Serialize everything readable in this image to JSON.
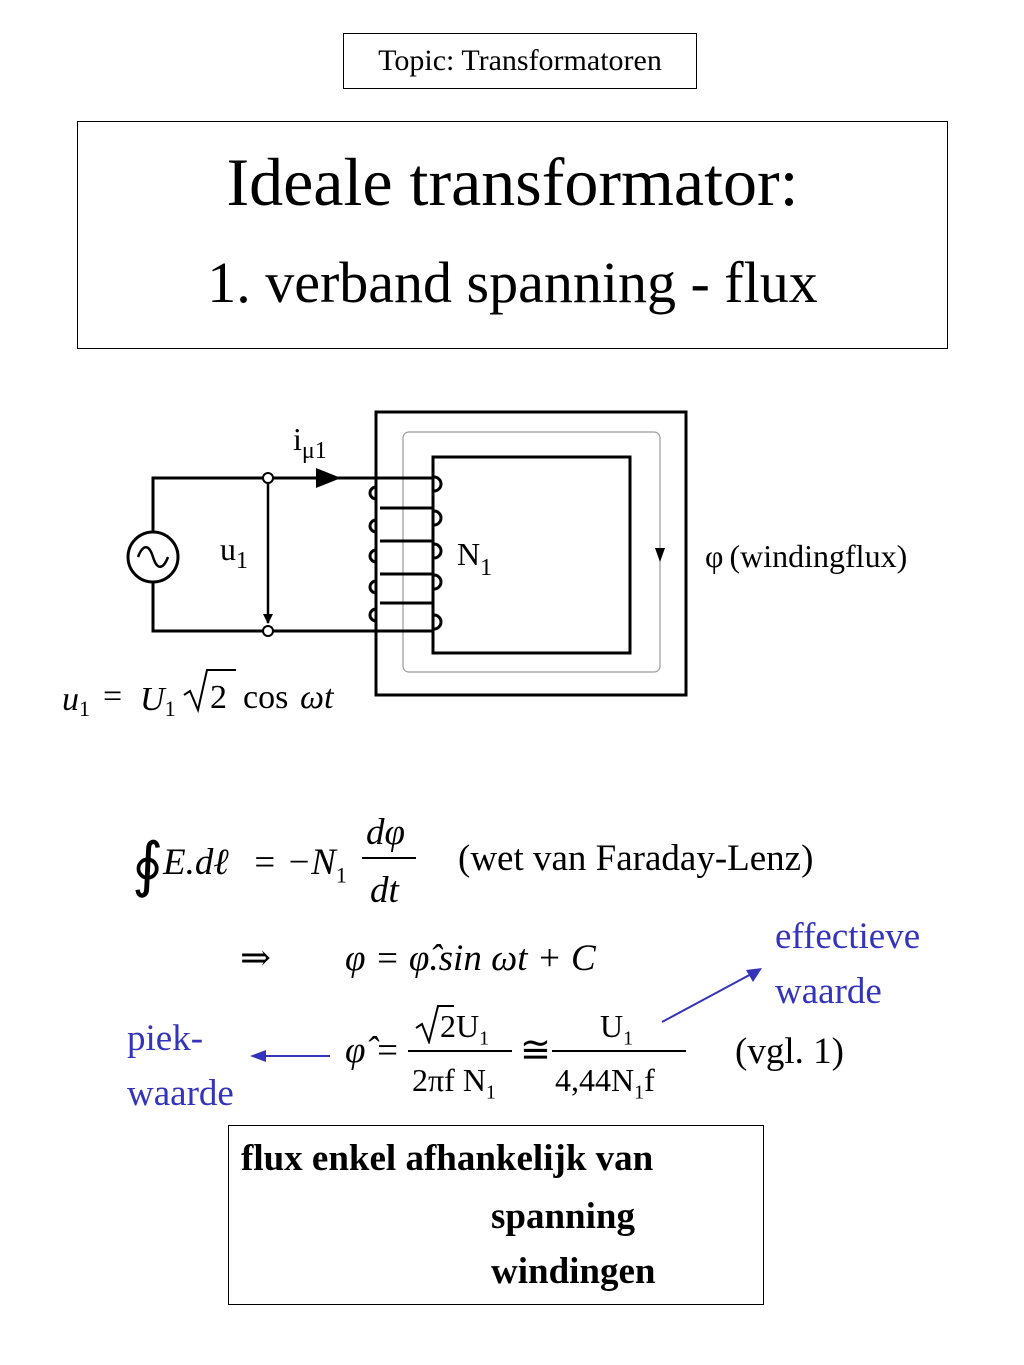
{
  "header": {
    "topic": "Topic: Transformatoren"
  },
  "title": {
    "line1": "Ideale transformator:",
    "line2": "1. verband spanning - flux"
  },
  "circuit": {
    "current_symbol": "i",
    "current_sub": "μ1",
    "voltage_symbol": "u",
    "voltage_sub": "1",
    "winding_symbol": "N",
    "winding_sub": "1",
    "flux_symbol": "φ",
    "flux_label": "(windingflux)",
    "source_eq": {
      "lhs": "u",
      "lhs_sub": "1",
      "rhs_U": "U",
      "rhs_sub": "1",
      "rhs_root": "2",
      "rhs_cos": "cos",
      "rhs_arg": "ωt"
    }
  },
  "equations": {
    "faraday": {
      "lhs": "E.dℓ",
      "minus_N": "= −N",
      "N_sub": "1",
      "numerator": "dφ",
      "denominator": "dt",
      "label": "(wet van Faraday-Lenz)"
    },
    "solution": {
      "implies": "⇒",
      "expression": "φ = φ̂.sin ωt + C"
    },
    "peak": {
      "lhs": "φ̂ =",
      "frac1_num_root": "2",
      "frac1_num": "U",
      "frac1_num_sub": "1",
      "frac1_den": "2πf N",
      "frac1_den_sub": "1",
      "approx": "≅",
      "frac2_num": "U",
      "frac2_num_sub": "1",
      "frac2_den_a": "4,44N",
      "frac2_den_sub": "1",
      "frac2_den_b": "f",
      "label": "(vgl. 1)"
    }
  },
  "annotations": {
    "effective_line1": "effectieve",
    "effective_line2": "waarde",
    "peak_line1": "piek-",
    "peak_line2": "waarde",
    "color": "#3333bb"
  },
  "conclusion": {
    "line1": "flux enkel afhankelijk van",
    "line2": "spanning",
    "line3": "windingen"
  }
}
